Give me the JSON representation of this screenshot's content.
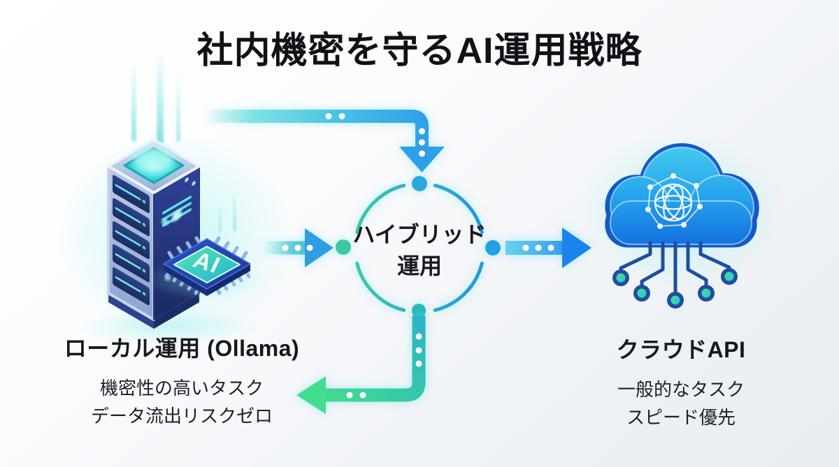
{
  "title": "社内機密を守るAI運用戦略",
  "hybrid": {
    "label_line1": "ハイブリッド",
    "label_line2": "運用"
  },
  "local": {
    "heading": "ローカル運用 (Ollama)",
    "point1": "機密性の高いタスク",
    "point2": "データ流出リスクゼロ",
    "chip_label": "AI"
  },
  "cloud": {
    "heading": "クラウドAPI",
    "point1": "一般的なタスク",
    "point2": "スピード優先"
  },
  "colors": {
    "title_text": "#101216",
    "arrow_blue": "#2f9fe8",
    "arrow_green": "#42dd8e",
    "arrow_teal": "#2cb8c4",
    "circle_teal": "#3cc9a4",
    "circle_blue": "#2196e6",
    "cloud_blue": "#1a7ae8",
    "cloud_light": "#45c8f0",
    "node_green": "#3ed098",
    "circuit_navy": "#1e4e9e",
    "server_navy": "#1d2f6e",
    "chip_teal": "#3fd0a8",
    "glow_cyan": "#7ef0e8",
    "background_start": "#ffffff",
    "background_end": "#e8ecf1"
  }
}
